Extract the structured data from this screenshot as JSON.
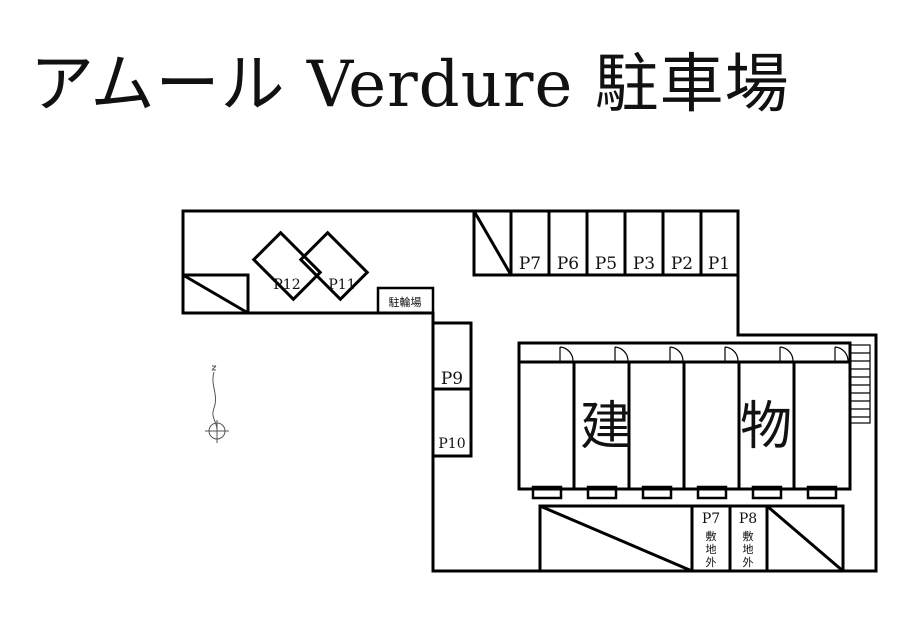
{
  "title": "アムール Verdure 駐車場",
  "building_label": [
    "建",
    "物"
  ],
  "bicycle_parking": "駐輪場",
  "spaces": {
    "p1": "P1",
    "p2": "P2",
    "p3": "P3",
    "p5": "P5",
    "p6": "P6",
    "p7": "P7",
    "p9": "P9",
    "p10": "P10",
    "p11": "P11",
    "p12": "P12",
    "p7_offsite": "P7",
    "p8_offsite": "P8"
  },
  "offsite_note": [
    "敷",
    "地",
    "外"
  ]
}
